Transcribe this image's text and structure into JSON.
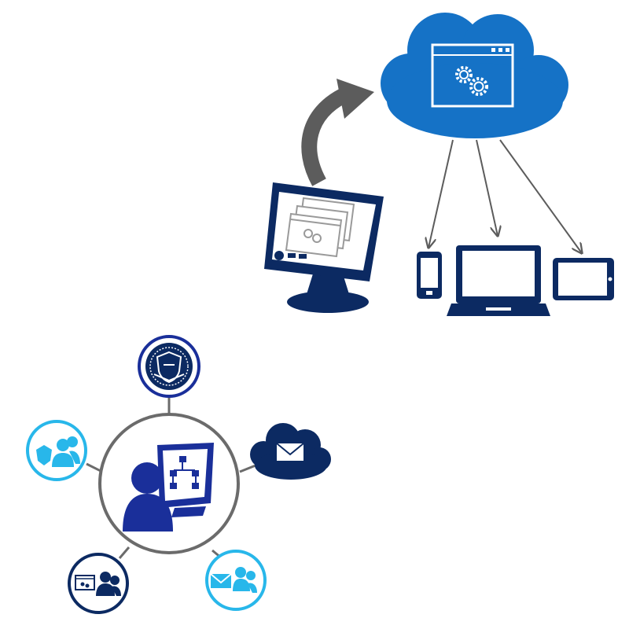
{
  "colors": {
    "cloud_blue": "#1572c6",
    "navy": "#0c2a62",
    "royal_blue": "#1a2f9a",
    "light_blue": "#28b7ea",
    "arrow_gray": "#5c5c5c",
    "line_gray": "#6b6b6b",
    "screen_gray": "#9a9a9a",
    "white": "#ffffff"
  },
  "top_diagram": {
    "source": {
      "icon": "desktop-monitor-icon",
      "content_icon": "stacked-app-windows-icon"
    },
    "upload_arrow": {
      "icon": "curved-arrow-icon"
    },
    "cloud": {
      "icon": "cloud-icon",
      "content_icon": "app-window-gears-icon"
    },
    "targets": [
      {
        "icon": "smartphone-icon"
      },
      {
        "icon": "laptop-icon"
      },
      {
        "icon": "tablet-icon"
      }
    ]
  },
  "hub_diagram": {
    "center": {
      "icon": "user-at-computer-icon",
      "screen_icon": "org-chart-icon"
    },
    "spokes": [
      {
        "icon": "security-shield-badge-icon",
        "style": "navy"
      },
      {
        "icon": "cloud-email-icon",
        "style": "navy"
      },
      {
        "icon": "email-users-icon",
        "style": "light-blue"
      },
      {
        "icon": "app-users-icon",
        "style": "navy"
      },
      {
        "icon": "group-users-icon",
        "style": "light-blue"
      }
    ]
  }
}
